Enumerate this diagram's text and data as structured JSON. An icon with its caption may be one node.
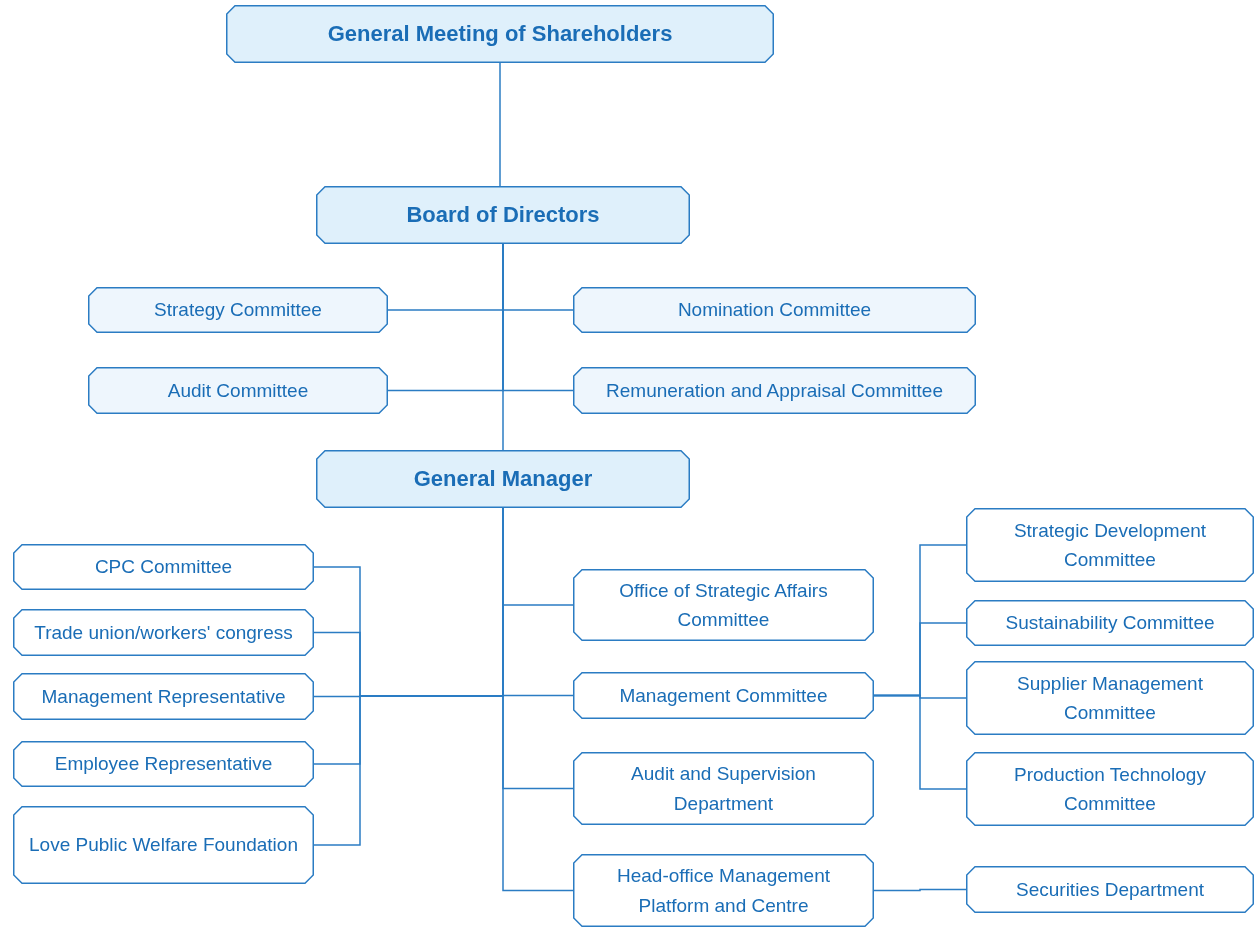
{
  "diagram": {
    "nodes": [
      {
        "text": [
          "General Meeting of Shareholders"
        ]
      },
      {
        "text": [
          "Board of Directors"
        ]
      },
      {
        "text": [
          "Strategy Committee"
        ]
      },
      {
        "text": [
          "Nomination Committee"
        ]
      },
      {
        "text": [
          "Audit Committee"
        ]
      },
      {
        "text": [
          "Remuneration and Appraisal Committee"
        ]
      },
      {
        "text": [
          "General Manager"
        ]
      },
      {
        "text": [
          "CPC Committee"
        ]
      },
      {
        "text": [
          "Trade union/workers' congress"
        ]
      },
      {
        "text": [
          "Management Representative"
        ]
      },
      {
        "text": [
          "Employee Representative"
        ]
      },
      {
        "text": [
          "Love Public Welfare Foundation"
        ]
      },
      {
        "text": [
          "Office of Strategic Affairs Committee"
        ]
      },
      {
        "text": [
          "Management Committee"
        ]
      },
      {
        "text": [
          "Audit and Supervision Department"
        ]
      },
      {
        "text": [
          "Head-office Management Platform and Centre"
        ]
      },
      {
        "text": [
          "Strategic Development Committee"
        ]
      },
      {
        "text": [
          "Sustainability Committee"
        ]
      },
      {
        "text": [
          "Supplier Management Committee"
        ]
      },
      {
        "text": [
          "Production Technology Committee"
        ]
      },
      {
        "text": [
          "Securities Department"
        ]
      }
    ],
    "edges": [
      {
        "from": 0,
        "to": 1,
        "arrow": "none"
      },
      {
        "from": 1,
        "to": 2,
        "arrow": "none"
      },
      {
        "from": 1,
        "to": 3,
        "arrow": "none"
      },
      {
        "from": 1,
        "to": 4,
        "arrow": "none"
      },
      {
        "from": 1,
        "to": 5,
        "arrow": "none"
      },
      {
        "from": 1,
        "to": 6,
        "arrow": "none"
      },
      {
        "from": 6,
        "to": 7,
        "arrow": "none"
      },
      {
        "from": 6,
        "to": 8,
        "arrow": "none"
      },
      {
        "from": 6,
        "to": 9,
        "arrow": "none"
      },
      {
        "from": 6,
        "to": 10,
        "arrow": "none"
      },
      {
        "from": 6,
        "to": 11,
        "arrow": "none"
      },
      {
        "from": 6,
        "to": 12,
        "arrow": "none"
      },
      {
        "from": 6,
        "to": 13,
        "arrow": "none"
      },
      {
        "from": 6,
        "to": 14,
        "arrow": "none"
      },
      {
        "from": 6,
        "to": 15,
        "arrow": "none"
      },
      {
        "from": 13,
        "to": 16,
        "arrow": "none"
      },
      {
        "from": 13,
        "to": 17,
        "arrow": "none"
      },
      {
        "from": 13,
        "to": 18,
        "arrow": "none"
      },
      {
        "from": 13,
        "to": 19,
        "arrow": "none"
      },
      {
        "from": 15,
        "to": 20,
        "arrow": "none"
      }
    ]
  }
}
